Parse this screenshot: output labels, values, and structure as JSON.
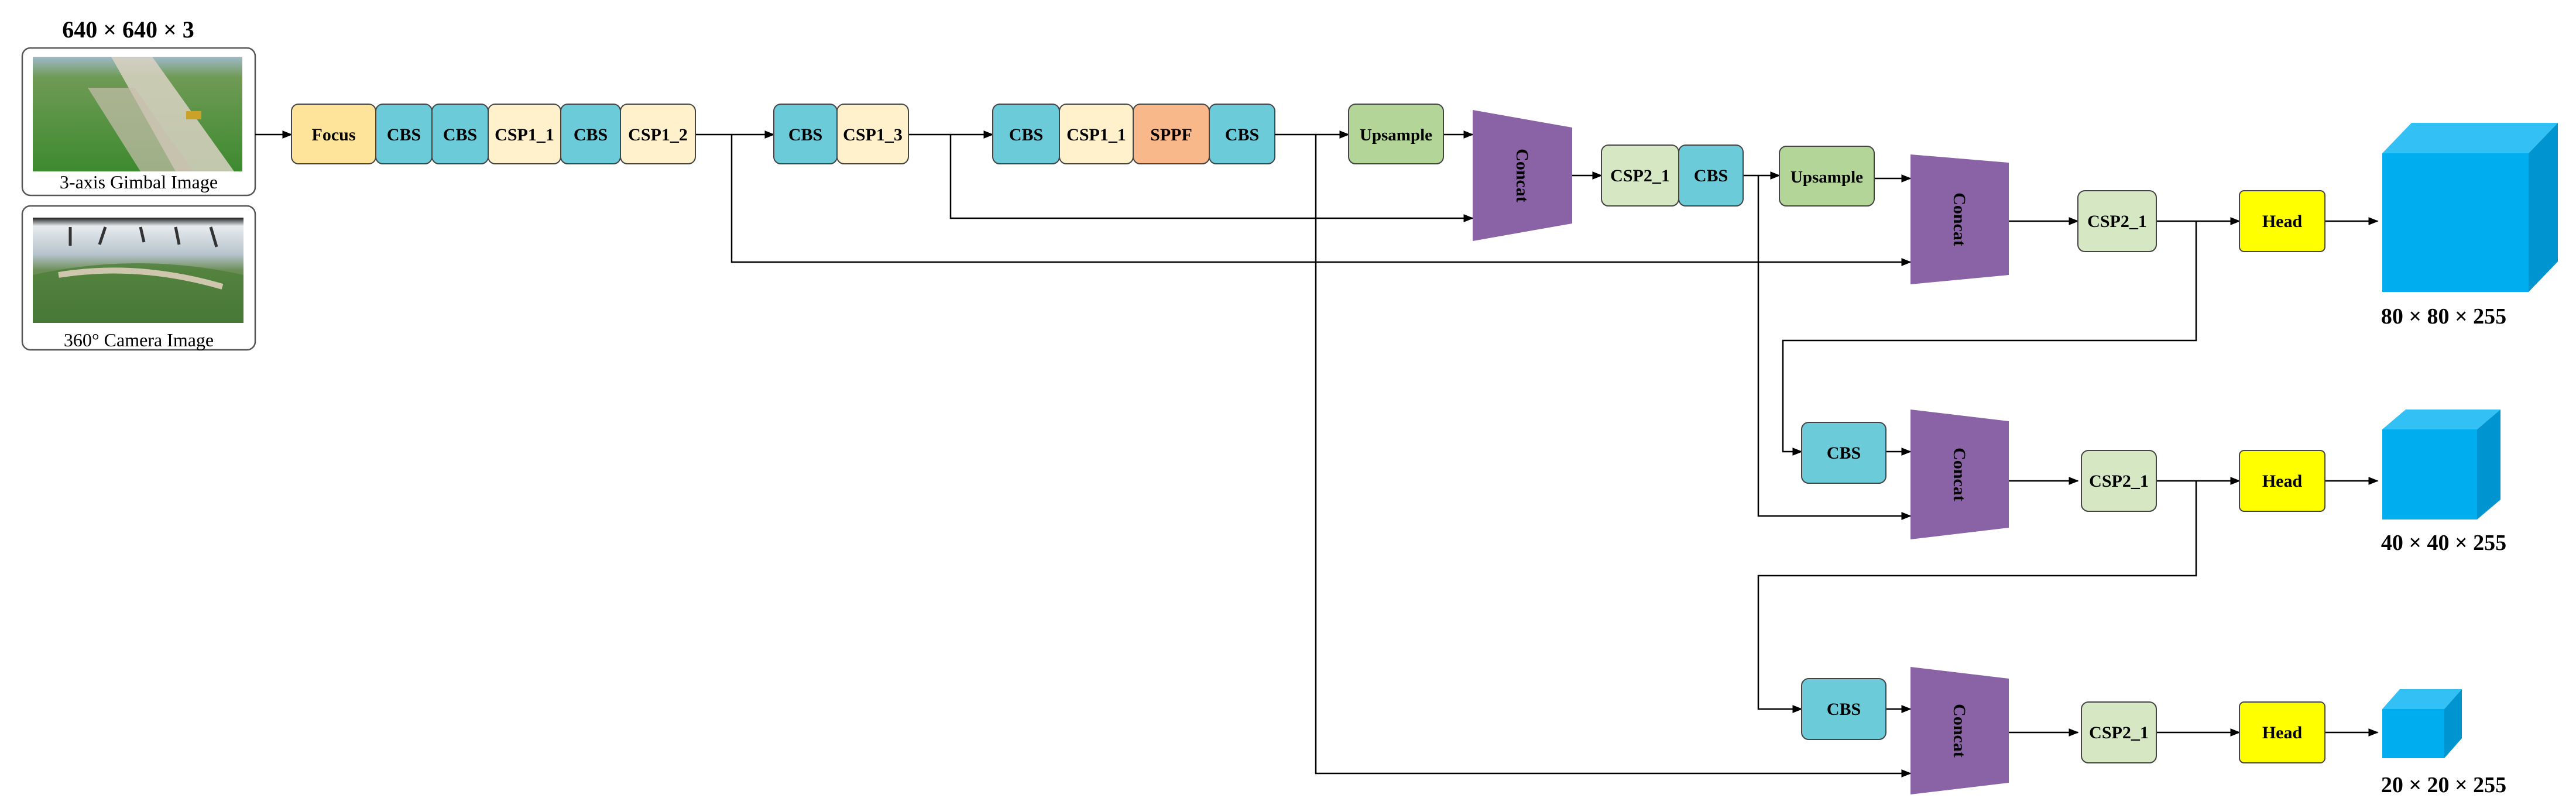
{
  "input": {
    "size_label": "640 × 640 × 3",
    "gimbal_caption": "3-axis Gimbal Image",
    "camera_caption": "360° Camera Image"
  },
  "blocks": {
    "focus": "Focus",
    "cbs": "CBS",
    "csp1_1": "CSP1_1",
    "csp1_2": "CSP1_2",
    "csp1_3": "CSP1_3",
    "sppf": "SPPF",
    "upsample": "Upsample",
    "concat": "Concat",
    "csp2_1": "CSP2_1",
    "head": "Head"
  },
  "outputs": {
    "large": "80 × 80 × 255",
    "medium": "40 × 40 × 255",
    "small": "20 × 20 × 255"
  },
  "colors": {
    "focus": "#FDE49A",
    "cbs": "#6CCBD9",
    "csp1": "#FEF1CC",
    "sppf": "#F9B88A",
    "upsample": "#B3D598",
    "concat": "#8A63A6",
    "csp2": "#D5E8C3",
    "head": "#FFFF00",
    "cube": "#00AEEF"
  }
}
